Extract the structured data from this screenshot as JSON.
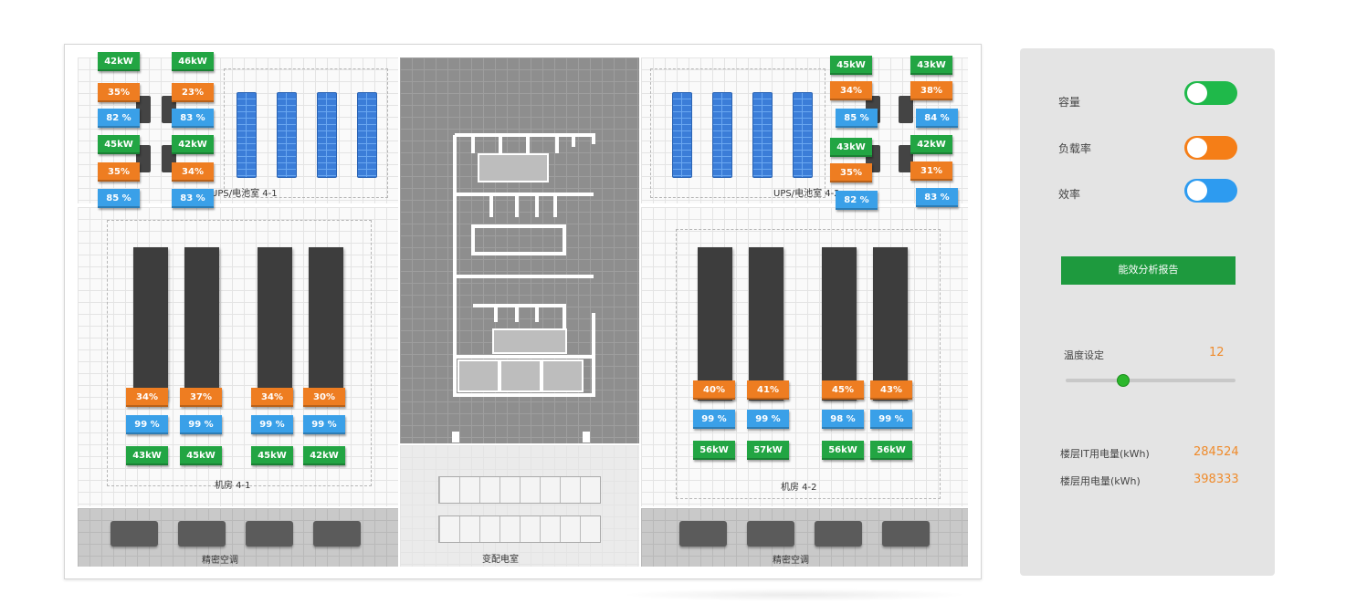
{
  "floor": {
    "zone_labels": {
      "ups_left": "UPS/电池室   4-1",
      "ups_right": "UPS/电池室   4-2",
      "room_left": "机房   4-1",
      "room_right": "机房   4-2",
      "crac_left": "精密空调",
      "crac_right": "精密空调",
      "substation": "变配电室"
    },
    "ups_left_badges": [
      {
        "kw": "42kW",
        "load": "35%",
        "eff": "82 %"
      },
      {
        "kw": "46kW",
        "load": "23%",
        "eff": "83 %"
      },
      {
        "kw": "45kW",
        "load": "35%",
        "eff": "85 %"
      },
      {
        "kw": "42kW",
        "load": "34%",
        "eff": "83 %"
      }
    ],
    "ups_right_badges": [
      {
        "kw": "45kW",
        "load": "34%",
        "eff": "85 %"
      },
      {
        "kw": "43kW",
        "load": "38%",
        "eff": "84 %"
      },
      {
        "kw": "43kW",
        "load": "35%",
        "eff": "82 %"
      },
      {
        "kw": "42kW",
        "load": "31%",
        "eff": "83 %"
      }
    ],
    "room_left_badges": [
      {
        "load": "34%",
        "eff": "99 %",
        "kw": "43kW"
      },
      {
        "load": "37%",
        "eff": "99 %",
        "kw": "45kW"
      },
      {
        "load": "34%",
        "eff": "99 %",
        "kw": "45kW"
      },
      {
        "load": "30%",
        "eff": "99 %",
        "kw": "42kW"
      }
    ],
    "room_right_badges": [
      {
        "load": "40%",
        "eff": "99 %",
        "kw": "56kW"
      },
      {
        "load": "41%",
        "eff": "99 %",
        "kw": "57kW"
      },
      {
        "load": "45%",
        "eff": "98 %",
        "kw": "56kW"
      },
      {
        "load": "43%",
        "eff": "99 %",
        "kw": "56kW"
      }
    ]
  },
  "panel": {
    "toggles": [
      {
        "label": "容量",
        "color": "#1fb94a",
        "on": true
      },
      {
        "label": "负载率",
        "color": "#f57e17",
        "on": true
      },
      {
        "label": "效率",
        "color": "#2d9bf0",
        "on": true
      }
    ],
    "report_button": "能效分析报告",
    "temperature": {
      "label": "温度设定",
      "value": "12"
    },
    "stats": [
      {
        "label": "楼层IT用电量(kWh)",
        "value": "284524"
      },
      {
        "label": "楼层用电量(kWh)",
        "value": "398333"
      }
    ]
  },
  "colors": {
    "green": "#22a543",
    "orange": "#ee7d21",
    "blue": "#3aa0e8"
  }
}
